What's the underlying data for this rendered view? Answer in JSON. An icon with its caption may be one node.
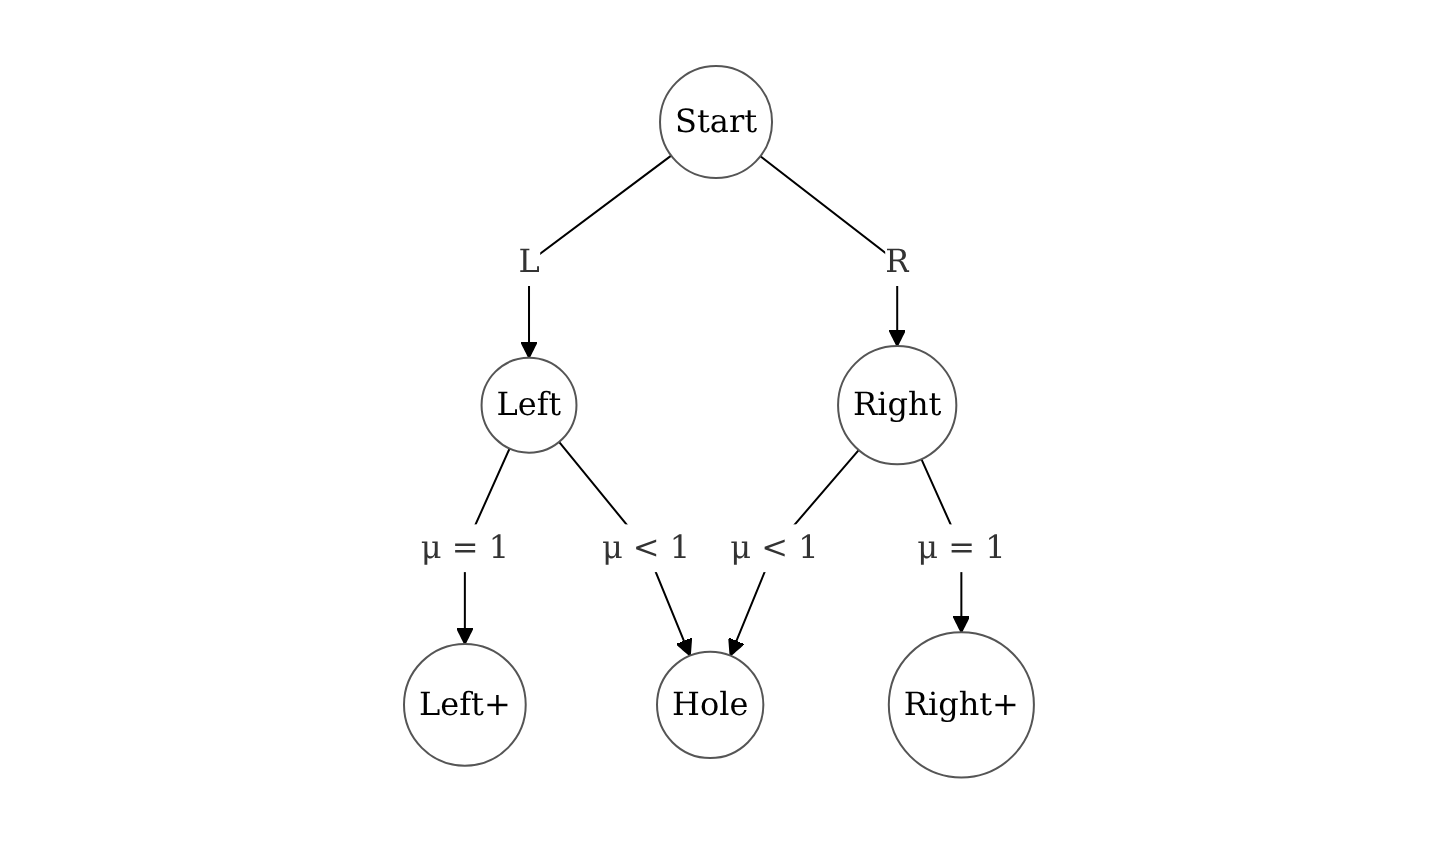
{
  "diagram": {
    "nodes": [
      {
        "text": [
          "Start"
        ]
      },
      {
        "text": [
          "Left"
        ]
      },
      {
        "text": [
          "Right"
        ]
      },
      {
        "text": [
          "Left+"
        ]
      },
      {
        "text": [
          "Hole"
        ]
      },
      {
        "text": [
          "Right+"
        ]
      }
    ],
    "edges": [
      {
        "from": 0,
        "to": 1,
        "arrow": "to",
        "label": "L"
      },
      {
        "from": 0,
        "to": 2,
        "arrow": "to",
        "label": "R"
      },
      {
        "from": 1,
        "to": 3,
        "arrow": "to",
        "label": "μ = 1"
      },
      {
        "from": 1,
        "to": 4,
        "arrow": "to",
        "label": "μ < 1"
      },
      {
        "from": 2,
        "to": 4,
        "arrow": "to",
        "label": "μ < 1"
      },
      {
        "from": 2,
        "to": 5,
        "arrow": "to",
        "label": "μ = 1"
      }
    ]
  }
}
